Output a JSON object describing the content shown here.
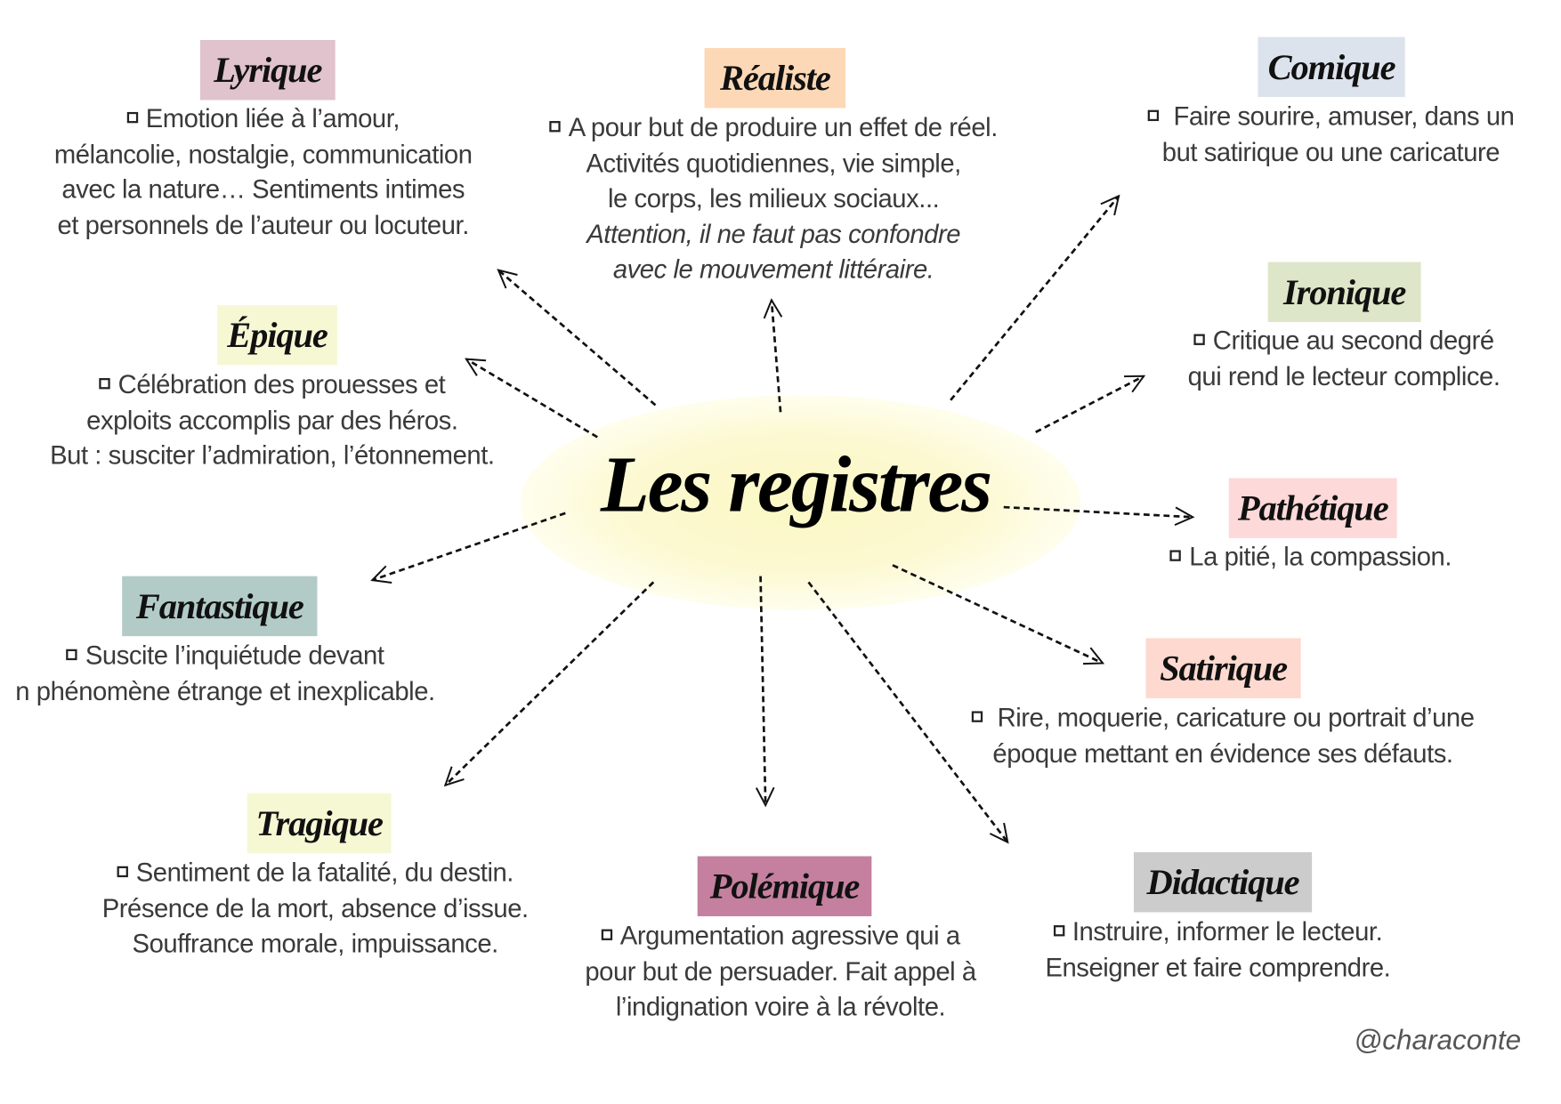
{
  "title": "Les registres",
  "watermark": "@characonte",
  "registers": [
    {
      "id": "lyrique",
      "label": "Lyrique",
      "color": "#e0c3cc",
      "lines": [
        "Emotion liée à l’amour,",
        "mélancolie, nostalgie, communication",
        "avec la nature… Sentiments intimes",
        "et personnels de l’auteur ou locuteur."
      ],
      "italic_from": 99
    },
    {
      "id": "realiste",
      "label": "Réaliste",
      "color": "#fdd8b6",
      "lines": [
        "A pour but de produire un effet de réel.",
        "Activités quotidiennes, vie simple,",
        "le corps, les milieux sociaux...",
        "Attention, il ne faut pas confondre",
        "avec le mouvement littéraire."
      ],
      "italic_from": 3
    },
    {
      "id": "comique",
      "label": "Comique",
      "color": "#dce3ec",
      "lines": [
        " Faire sourire, amuser, dans un",
        "but satirique ou une caricature"
      ],
      "italic_from": 99
    },
    {
      "id": "ironique",
      "label": "Ironique",
      "color": "#dde6c8",
      "lines": [
        "Critique au second degré",
        "qui rend le lecteur complice."
      ],
      "italic_from": 99
    },
    {
      "id": "epique",
      "label": "Épique",
      "color": "#f6f8d4",
      "lines": [
        "Célébration des prouesses et",
        "exploits accomplis par des héros.",
        "But  : susciter l’admiration, l’étonnement."
      ],
      "italic_from": 99
    },
    {
      "id": "pathetique",
      "label": "Pathétique",
      "color": "#fdd9d9",
      "lines": [
        "La pitié, la compassion."
      ],
      "italic_from": 99
    },
    {
      "id": "fantastique",
      "label": "Fantastique",
      "color": "#b2cbc6",
      "lines": [
        "Suscite l’inquiétude devant",
        "n phénomène étrange et inexplicable."
      ],
      "italic_from": 99
    },
    {
      "id": "satirique",
      "label": "Satirique",
      "color": "#fdd9cf",
      "lines": [
        " Rire, moquerie, caricature ou portrait d’une",
        "époque mettant en évidence ses défauts."
      ],
      "italic_from": 99
    },
    {
      "id": "tragique",
      "label": "Tragique",
      "color": "#f6f8d4",
      "lines": [
        "Sentiment de la fatalité, du destin.",
        "Présence de la mort, absence d’issue.",
        "Souffrance morale, impuissance."
      ],
      "italic_from": 99
    },
    {
      "id": "polemique",
      "label": "Polémique",
      "color": "#c4809e",
      "lines": [
        "Argumentation agressive qui a",
        "pour but de persuader. Fait appel à",
        "l’indignation voire à la révolte."
      ],
      "italic_from": 99
    },
    {
      "id": "didactique",
      "label": "Didactique",
      "color": "#cccccc",
      "lines": [
        "Instruire, informer le lecteur.",
        "Enseigner et faire comprendre."
      ],
      "italic_from": 99
    }
  ]
}
